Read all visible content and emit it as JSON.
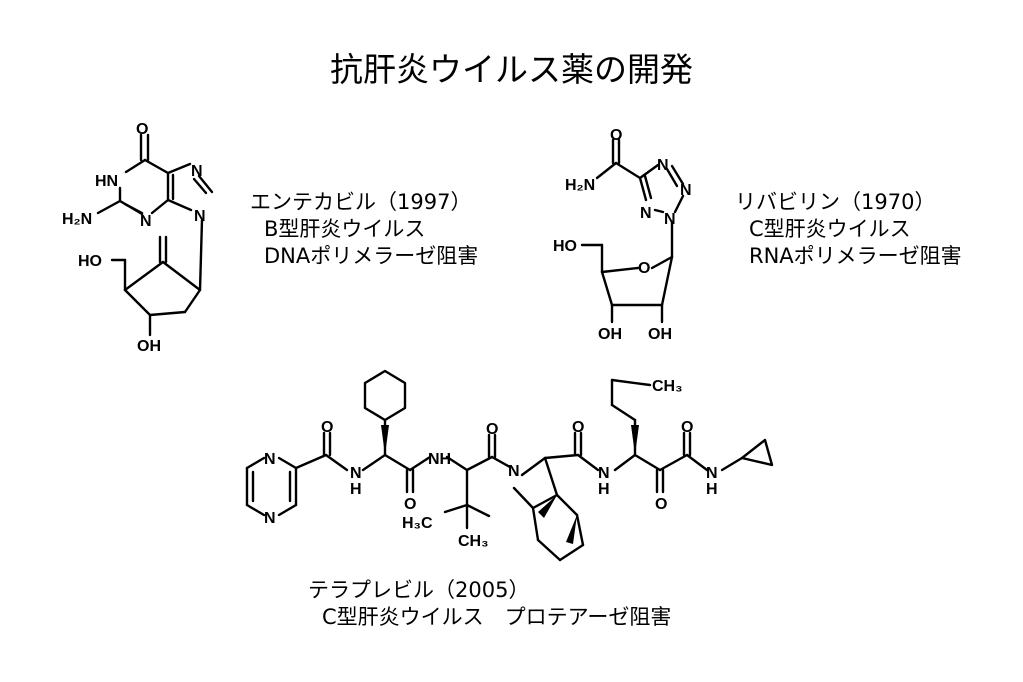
{
  "title": "抗肝炎ウイルス薬の開発",
  "drugs": [
    {
      "name": "エンテカビル（1997）",
      "target": "B型肝炎ウイルス",
      "mechanism": "DNAポリメラーゼ阻害"
    },
    {
      "name": "リバビリン（1970）",
      "target": "C型肝炎ウイルス",
      "mechanism": "RNAポリメラーゼ阻害"
    },
    {
      "name": "テラプレビル（2005）",
      "target": "C型肝炎ウイルス　プロテアーゼ阻害"
    }
  ],
  "atoms": {
    "O": "O",
    "N": "N",
    "H": "H",
    "NH": "NH",
    "HN": "HN",
    "HO": "HO",
    "OH": "OH",
    "H2N": "H₂N",
    "H3C": "H₃C",
    "CH3": "CH₃"
  }
}
